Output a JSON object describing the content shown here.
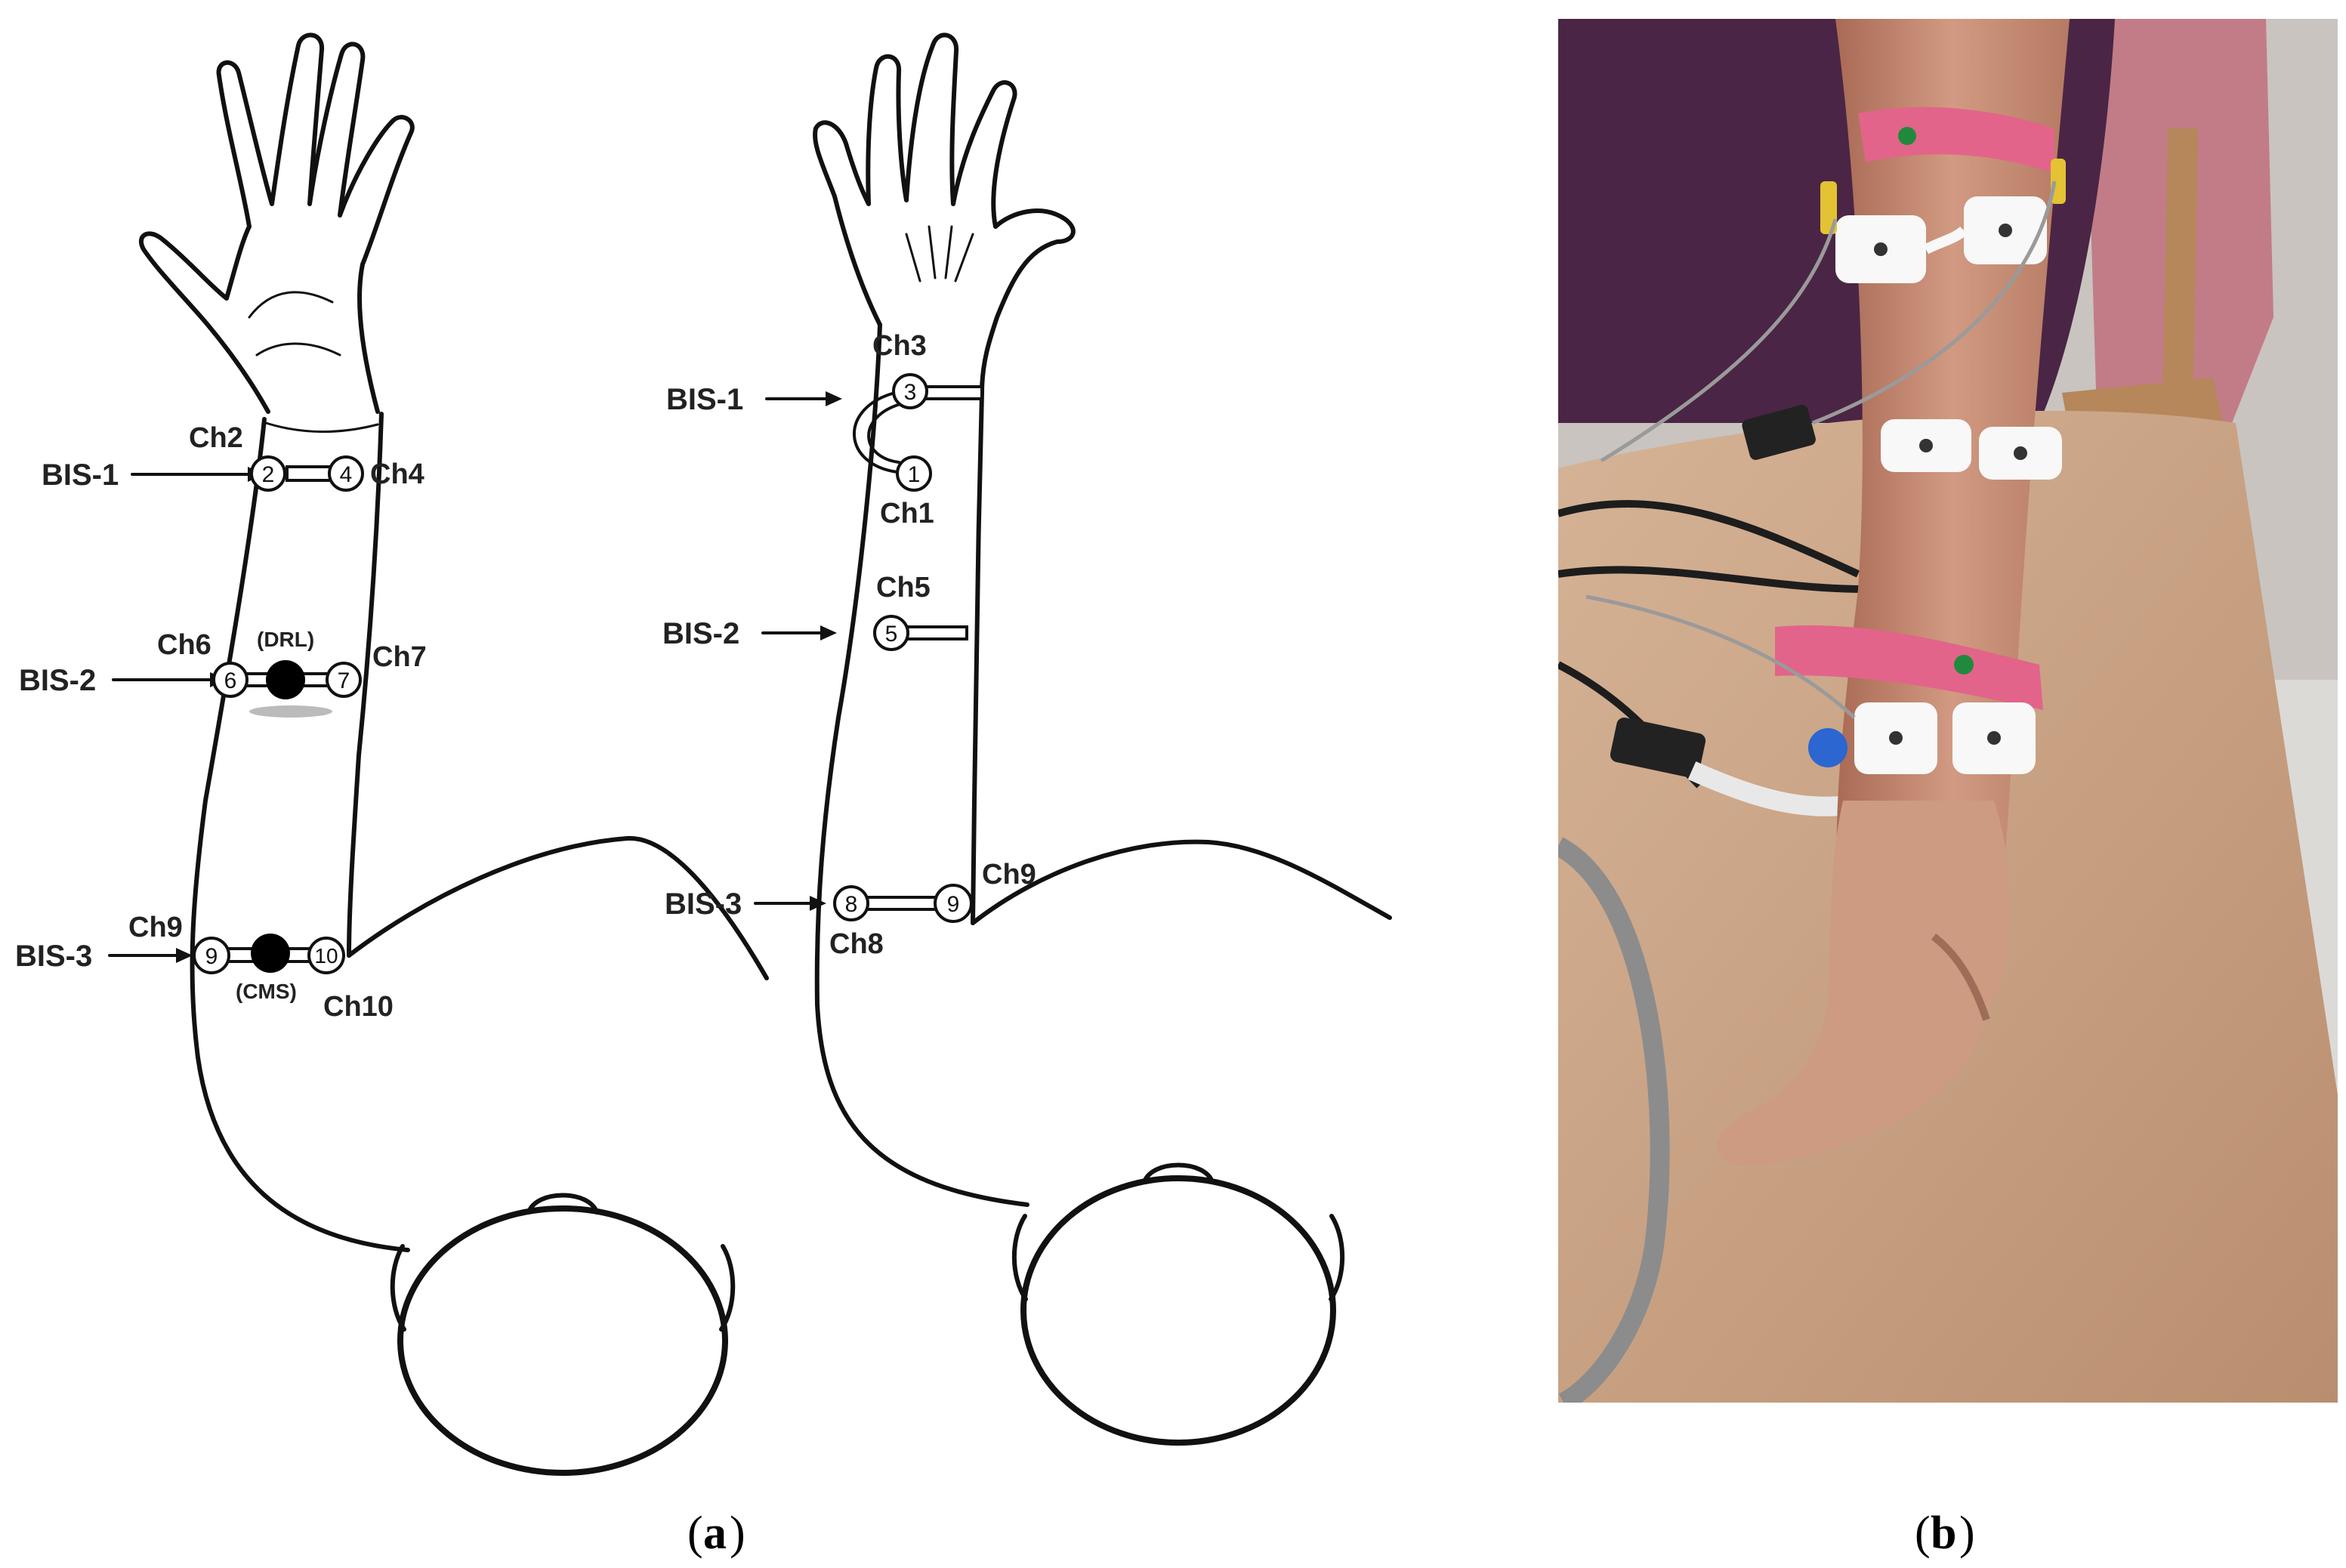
{
  "panel_a": {
    "caption_open": "(",
    "caption_letter": "a",
    "caption_close": ")",
    "left_arm": {
      "bis": [
        "BIS-1",
        "BIS-2",
        "BIS-3"
      ],
      "channels": [
        "Ch2",
        "Ch4",
        "Ch6",
        "Ch7",
        "Ch9",
        "Ch10"
      ],
      "electrodes": [
        "2",
        "4",
        "6",
        "7",
        "9",
        "10"
      ],
      "drl_label": "(DRL)",
      "cms_label": "(CMS)"
    },
    "right_arm": {
      "bis": [
        "BIS-1",
        "BIS-2",
        "BIS-3"
      ],
      "channels": [
        "Ch3",
        "Ch1",
        "Ch5",
        "Ch9",
        "Ch8"
      ],
      "electrodes": [
        "3",
        "1",
        "5",
        "8",
        "9"
      ]
    }
  },
  "panel_b": {
    "caption_open": "(",
    "caption_letter": "b",
    "caption_close": ")"
  },
  "colors": {
    "line": "#111111",
    "skin": "#c98d76",
    "shirt": "#4a2545",
    "table": "#c9a283",
    "pink_band": "#e2648a"
  }
}
